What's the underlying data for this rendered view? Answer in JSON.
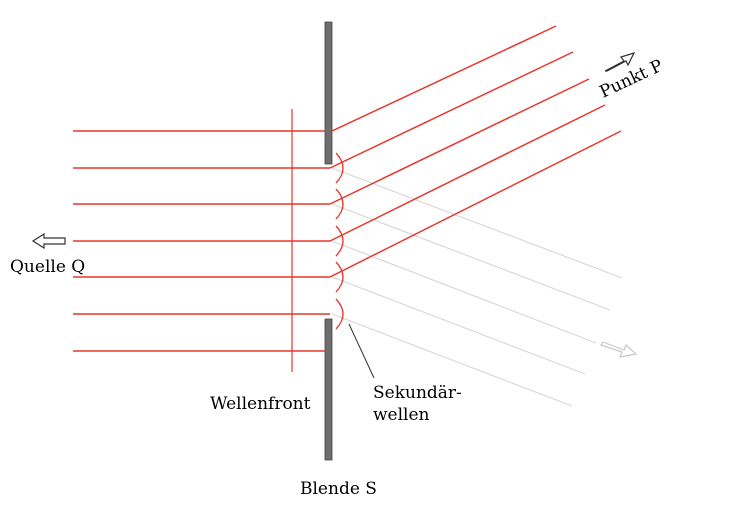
{
  "labels": {
    "source": "Quelle Q",
    "point": "Punkt P",
    "wavefront": "Wellenfront",
    "secondary_line1": "Sekundär-",
    "secondary_line2": "wellen",
    "aperture": "Blende S"
  },
  "colors": {
    "ray": "#e8362b",
    "faint_ray": "#d8d8d8",
    "screen": "#6e6e6e",
    "arrow_outline": "#333333",
    "faint_arrow": "#c8c8c8"
  },
  "icons": {
    "source_arrow": "hollow-left-arrow-icon",
    "point_arrow": "hollow-diagonal-arrow-icon",
    "faint_arrow": "hollow-diagonal-arrow-faint-icon"
  }
}
